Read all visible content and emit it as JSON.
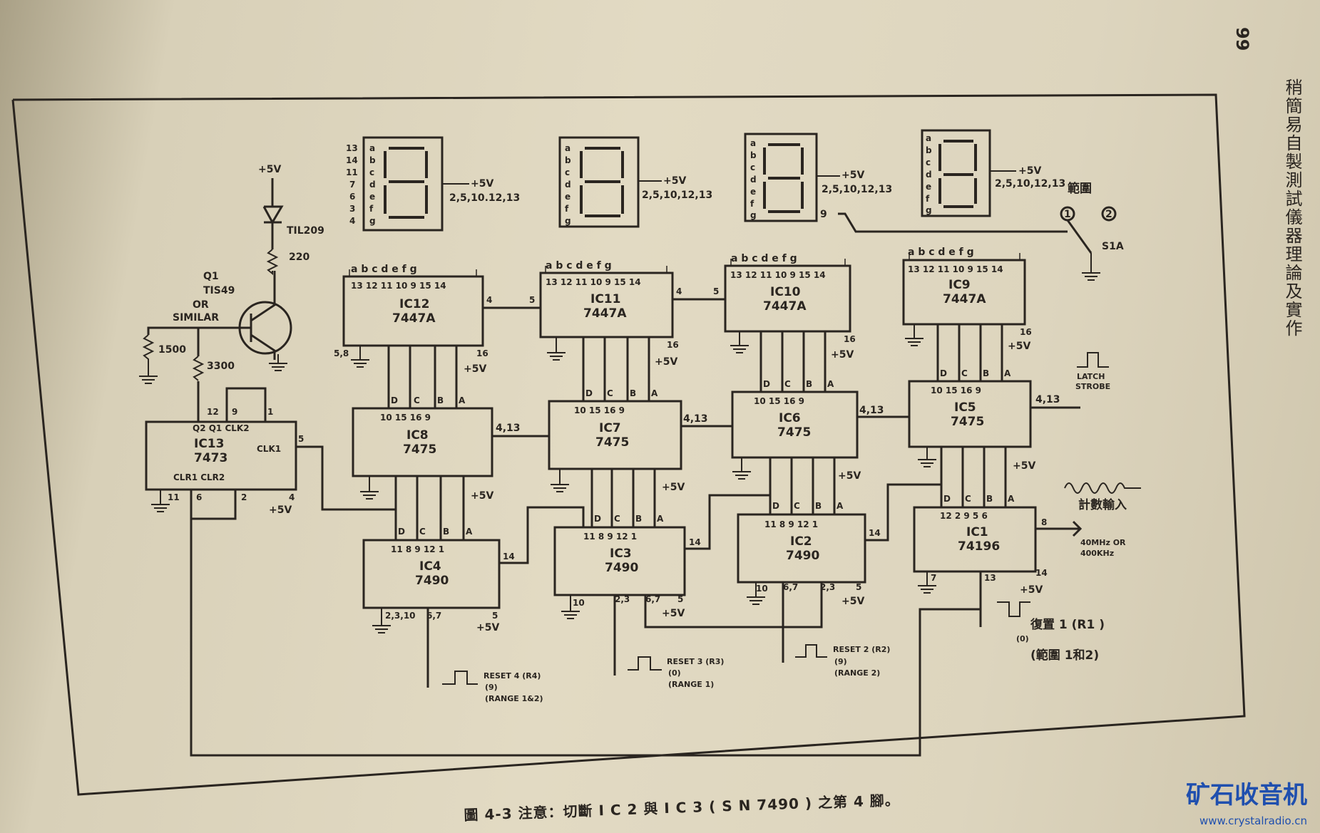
{
  "page": {
    "number": "99",
    "side_title": "稍簡易自製測試儀器理論及實作",
    "caption": "圖 4-3  注意：切斷 I C 2 與 I C 3 ( S N 7490 ) 之第 4 腳。"
  },
  "watermark": {
    "brand": "矿石收音机",
    "url": "www.crystalradio.cn"
  },
  "diagram": {
    "chips": [
      {
        "id": "ic12",
        "name": "IC12",
        "type": "7447A",
        "top_pins": "13 12 11 10 9 15 14"
      },
      {
        "id": "ic11",
        "name": "IC11",
        "type": "7447A",
        "top_pins": "13 12 11 10 9 15 14"
      },
      {
        "id": "ic10",
        "name": "IC10",
        "type": "7447A",
        "top_pins": "13 12 11 10 9 15 14"
      },
      {
        "id": "ic9",
        "name": "IC9",
        "type": "7447A",
        "top_pins": "13 12 11 10 9 15 14"
      },
      {
        "id": "ic8",
        "name": "IC8",
        "type": "7475",
        "top_pins": "10 15 16 9"
      },
      {
        "id": "ic7",
        "name": "IC7",
        "type": "7475",
        "top_pins": "10 15 16 9"
      },
      {
        "id": "ic6",
        "name": "IC6",
        "type": "7475",
        "top_pins": "10 15 16 9"
      },
      {
        "id": "ic5",
        "name": "IC5",
        "type": "7475",
        "top_pins": "10 15 16 9"
      },
      {
        "id": "ic4",
        "name": "IC4",
        "type": "7490",
        "top_pins": "11 8 9 12 1"
      },
      {
        "id": "ic3",
        "name": "IC3",
        "type": "7490",
        "top_pins": "11 8 9 12 1"
      },
      {
        "id": "ic2",
        "name": "IC2",
        "type": "7490",
        "top_pins": "11 8 9 12 1"
      },
      {
        "id": "ic1",
        "name": "IC1",
        "type": "74196",
        "top_pins": "12 2 9 5 6"
      },
      {
        "id": "ic13",
        "name": "IC13",
        "type": "7473",
        "top_pins": "Q2 Q1 CLK2",
        "extra": "CLK1",
        "bottom": "CLR1 CLR2"
      }
    ],
    "segment_letters": [
      "a",
      "b",
      "c",
      "d",
      "e",
      "f",
      "g"
    ],
    "display1_pins": [
      "13",
      "14",
      "11",
      "7",
      "6",
      "3",
      "4"
    ],
    "seg_header": "a b c d e f g",
    "dcba": [
      "D",
      "C",
      "B",
      "A"
    ],
    "display_supply": "+5V",
    "display_pins": "2,5,10,12,13",
    "display_pins_first": "2,5,10.12,13",
    "transistor": {
      "name": "Q1",
      "type": "TIS49",
      "or1": "OR",
      "or2": "SIMILAR"
    },
    "led": {
      "name": "TIL209",
      "resistor": "220"
    },
    "resistors": {
      "r1": "1500",
      "r2": "3300"
    },
    "supply": "+5V",
    "bus_413": "4,13",
    "pin_4": "4",
    "pin_5": "5",
    "pin_14": "14",
    "pin_9": "9",
    "pin_12": "12",
    "pin_1": "1",
    "pin_2": "2",
    "pin_6": "6",
    "pin_7": "7",
    "pin_8": "8",
    "pin_11": "11",
    "pin_13": "13",
    "pin_16": "16",
    "pin_10": "10",
    "pins_58": "5,8",
    "pins_2310": "2,3,10",
    "pins_67": "6,7",
    "pins_23": "2,3",
    "pins_6_7": "6,7",
    "range_switch": {
      "title": "範圍",
      "pos1": "1",
      "pos2": "2",
      "name": "S1A"
    },
    "latch": {
      "l1": "LATCH",
      "l2": "STROBE"
    },
    "count_input": "計數輸入",
    "clock_note": {
      "l1": "40MHz OR",
      "l2": "400KHz"
    },
    "reset1": {
      "l1": "復置 1 (R1 )",
      "l2": "(0)",
      "l3": "(範圍 1和2)"
    },
    "reset2": {
      "l1": "RESET 2 (R2)",
      "l2": "(9)",
      "l3": "(RANGE 2)"
    },
    "reset3": {
      "l1": "RESET 3 (R3)",
      "l2": "(0)",
      "l3": "(RANGE 1)"
    },
    "reset4": {
      "l1": "RESET 4 (R4)",
      "l2": "(9)",
      "l3": "(RANGE 1&2)"
    }
  }
}
